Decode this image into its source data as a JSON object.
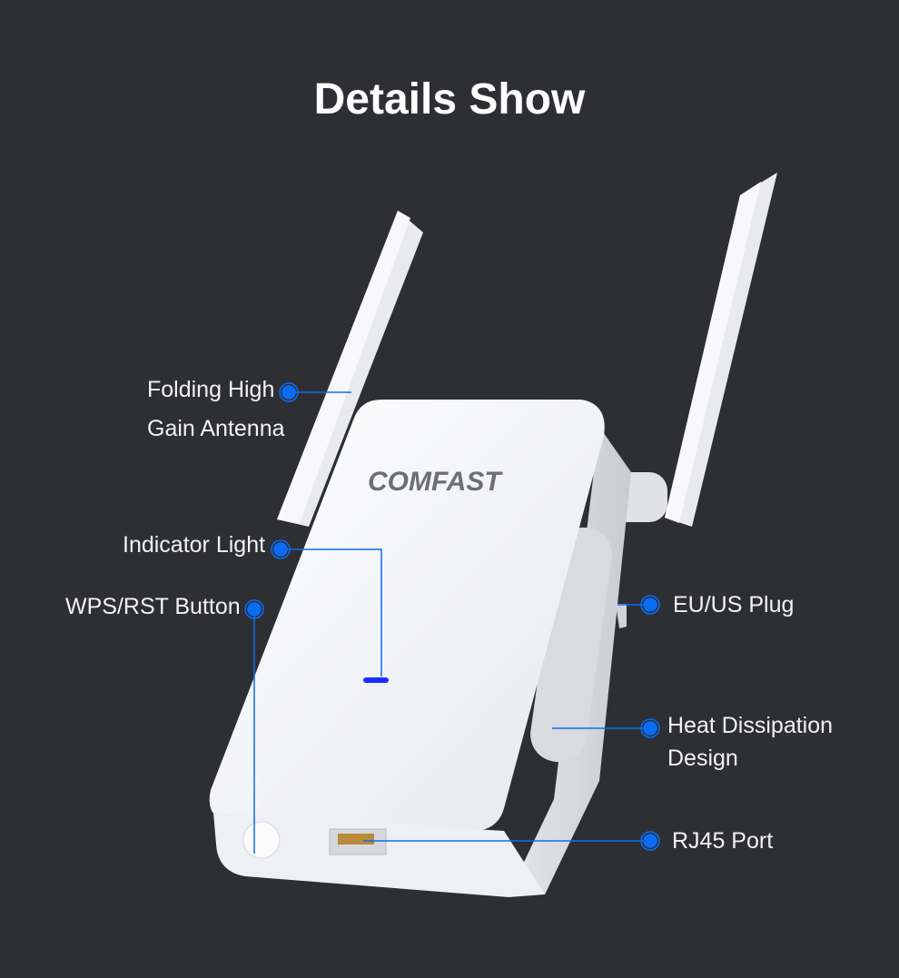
{
  "title": "Details Show",
  "brand": "COMFAST",
  "accent_color": "#0a6cf5",
  "callouts": {
    "antenna": [
      "Folding High",
      "Gain Antenna"
    ],
    "indicator": "Indicator Light",
    "wps": "WPS/RST Button",
    "plug": "EU/US Plug",
    "heat": [
      "Heat Dissipation",
      "Design"
    ],
    "rj45": "RJ45 Port"
  }
}
